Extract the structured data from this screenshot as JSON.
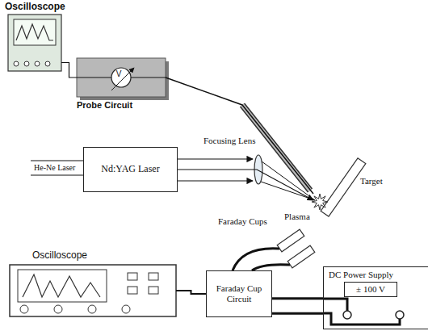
{
  "diagram": {
    "nodes": [
      {
        "text": [
          "Oscilloscope"
        ]
      },
      {
        "text": [
          "V",
          "Probe Circuit"
        ]
      },
      {
        "text": [
          "Nd:YAG Laser"
        ]
      },
      {
        "text": [
          "Target"
        ]
      },
      {
        "text": [
          "Oscilloscope"
        ]
      },
      {
        "text": [
          "Faraday Cup Circuit"
        ]
      },
      {
        "text": [
          "DC Power Supply"
        ]
      },
      {
        "text": [
          "± 100 V"
        ],
        "in": 6
      }
    ],
    "edges": [
      {
        "from": 0,
        "to": 1,
        "arrow": "none"
      },
      {
        "from": 1,
        "to": 3,
        "arrow": "none"
      },
      {
        "from": 2,
        "to": 3,
        "arrow": "to"
      },
      {
        "from": 4,
        "to": 5,
        "arrow": "none"
      },
      {
        "from": 5,
        "to": 6,
        "arrow": "none"
      },
      {
        "from": 5,
        "to": 6,
        "arrow": "none"
      }
    ],
    "labels": [
      "He-Ne Laser",
      "Focusing Lens",
      "Plasma",
      "Faraday Cups"
    ]
  }
}
